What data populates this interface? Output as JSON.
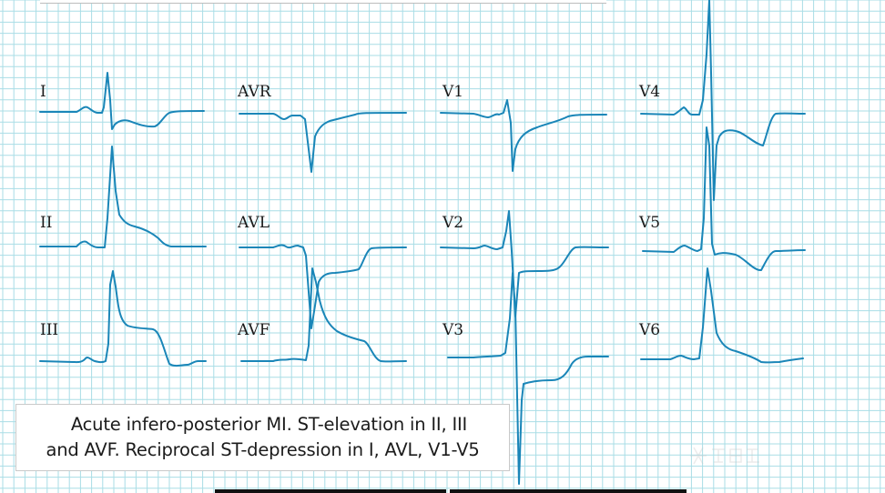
{
  "leads": [
    {
      "id": "I",
      "label": "I"
    },
    {
      "id": "II",
      "label": "II"
    },
    {
      "id": "III",
      "label": "III"
    },
    {
      "id": "AVR",
      "label": "AVR"
    },
    {
      "id": "AVL",
      "label": "AVL"
    },
    {
      "id": "AVF",
      "label": "AVF"
    },
    {
      "id": "V1",
      "label": "V1"
    },
    {
      "id": "V2",
      "label": "V2"
    },
    {
      "id": "V3",
      "label": "V3"
    },
    {
      "id": "V4",
      "label": "V4"
    },
    {
      "id": "V5",
      "label": "V5"
    },
    {
      "id": "V6",
      "label": "V6"
    }
  ],
  "caption": {
    "line1": "Acute infero-posterior MI. ST-elevation in II, III",
    "line2": "and AVF. Reciprocal ST-depression in I, AVL, V1-V5"
  },
  "colors": {
    "trace": "#1a86b8",
    "grid": "#a9dde6",
    "background": "#ffffff"
  }
}
